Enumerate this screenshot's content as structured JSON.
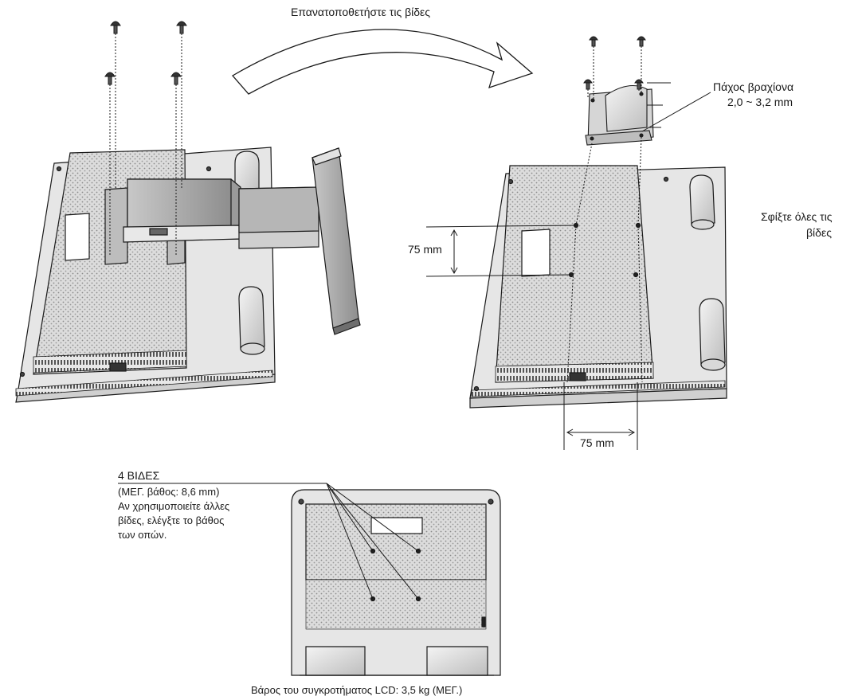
{
  "labels": {
    "reattach_screws": "Επανατοποθετήστε τις βίδες",
    "bracket_thickness_title": "Πάχος βραχίονα",
    "bracket_thickness_value": "2,0 ~ 3,2 mm",
    "tighten_screws_line1": "Σφίξτε όλες τις",
    "tighten_screws_line2": "βίδες",
    "vertical_spacing": "75 mm",
    "horizontal_spacing": "75 mm",
    "screws_count": "4 ΒΙΔΕΣ",
    "screws_note_line1": "(ΜΕΓ. βάθος: 8,6 mm)",
    "screws_note_line2": "Αν χρησιμοποιείτε άλλες",
    "screws_note_line3": "βίδες, ελέγξτε το βάθος",
    "screws_note_line4": "των οπών.",
    "assembly_weight": "Βάρος του συγκροτήματος LCD: 3,5 kg (ΜΕΓ.)"
  },
  "colors": {
    "line": "#1a1a1a",
    "panel_fill": "#e4e4e4",
    "texture_fill": "#cfcfcf",
    "background": "#ffffff"
  }
}
